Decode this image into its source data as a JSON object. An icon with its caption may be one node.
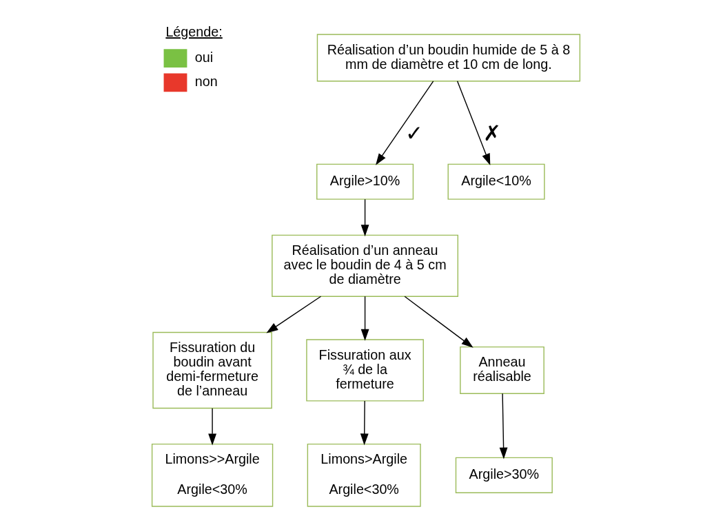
{
  "diagram": {
    "nodes": [
      {
        "text": [
          "Réalisation d’un boudin humide de 5 à 8 mm de diamètre et 10 cm de long."
        ]
      },
      {
        "text": [
          "Argile>10%"
        ]
      },
      {
        "text": [
          "Argile<10%"
        ]
      },
      {
        "text": [
          "Réalisation d’un anneau avec le boudin de 4 à 5 cm de diamètre"
        ]
      },
      {
        "text": [
          "Fissuration du boudin avant demi-fermeture de l’anneau"
        ]
      },
      {
        "text": [
          "Fissuration aux ¾ de la fermeture"
        ]
      },
      {
        "text": [
          "Anneau réalisable"
        ]
      },
      {
        "text": [
          "Limons>>Argile",
          "Argile<30%"
        ]
      },
      {
        "text": [
          "Limons>Argile",
          "Argile<30%"
        ]
      },
      {
        "text": [
          "Argile>30%"
        ]
      }
    ],
    "edges": [
      {
        "from": 0,
        "to": 1,
        "arrow": "to",
        "label": "✓"
      },
      {
        "from": 0,
        "to": 2,
        "arrow": "to",
        "label": "✗"
      },
      {
        "from": 1,
        "to": 3,
        "arrow": "to"
      },
      {
        "from": 3,
        "to": 4,
        "arrow": "to"
      },
      {
        "from": 3,
        "to": 5,
        "arrow": "to"
      },
      {
        "from": 3,
        "to": 6,
        "arrow": "to"
      },
      {
        "from": 4,
        "to": 7,
        "arrow": "to"
      },
      {
        "from": 5,
        "to": 8,
        "arrow": "to"
      },
      {
        "from": 6,
        "to": 9,
        "arrow": "to"
      }
    ],
    "labels": [
      "Légende:"
    ],
    "legend": [
      {
        "text": "oui",
        "color": "#7ac143"
      },
      {
        "text": "non",
        "color": "#e8382b"
      }
    ]
  }
}
